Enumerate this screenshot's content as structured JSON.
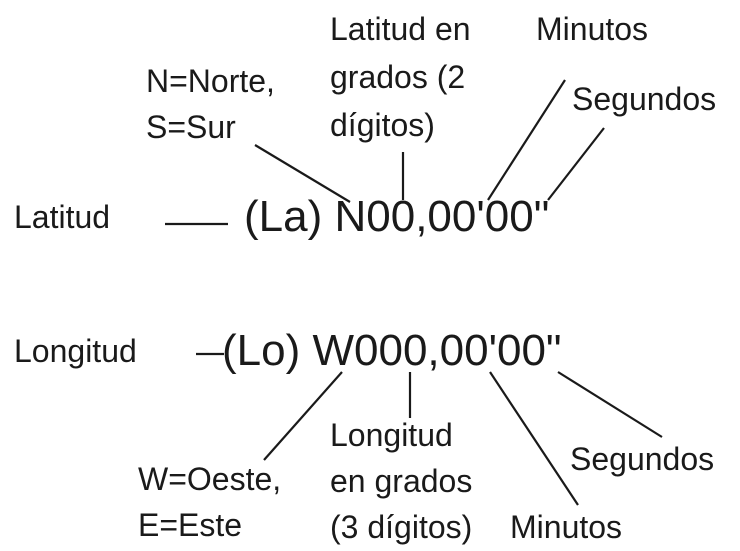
{
  "latitude": {
    "side_label": "Latitud",
    "formula": "(La) N00,00'00\"",
    "hemisphere_lines": [
      "N=Norte,",
      "S=Sur"
    ],
    "degrees_lines": [
      "Latitud en",
      "grados (2",
      "dígitos)"
    ],
    "minutes_label": "Minutos",
    "seconds_label": "Segundos"
  },
  "longitude": {
    "side_label": "Longitud",
    "formula": "(Lo) W000,00'00\"",
    "hemisphere_lines": [
      "W=Oeste,",
      "E=Este"
    ],
    "degrees_lines": [
      "Longitud",
      "en grados",
      "(3 dígitos)"
    ],
    "minutes_label": "Minutos",
    "seconds_label": "Segundos"
  },
  "colors": {
    "ink": "#1a1a1a",
    "background": "#ffffff"
  }
}
